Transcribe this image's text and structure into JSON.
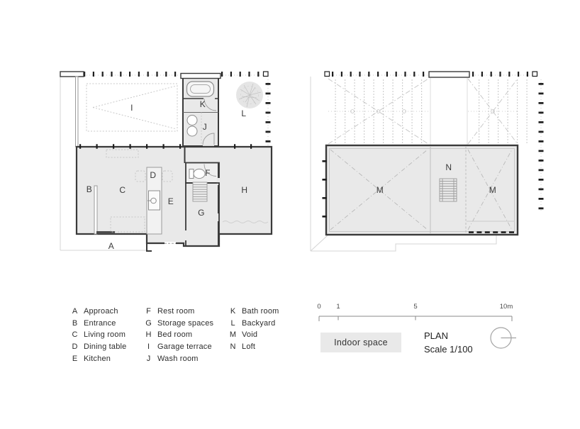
{
  "ground_floor": {
    "labels": {
      "approach": "A",
      "entrance": "B",
      "living_room": "C",
      "dining_table": "D",
      "kitchen": "E",
      "rest_room": "F",
      "storage_spaces": "G",
      "bed_room": "H",
      "garage_terrace": "I",
      "wash_room": "J",
      "bath_room": "K",
      "backyard": "L"
    }
  },
  "loft_floor": {
    "labels": {
      "void_left": "M",
      "loft": "N",
      "void_right": "M"
    }
  },
  "legend": {
    "columns": [
      [
        {
          "key": "A",
          "label": "Approach"
        },
        {
          "key": "B",
          "label": "Entrance"
        },
        {
          "key": "C",
          "label": "Living room"
        },
        {
          "key": "D",
          "label": "Dining table"
        },
        {
          "key": "E",
          "label": "Kitchen"
        }
      ],
      [
        {
          "key": "F",
          "label": "Rest room"
        },
        {
          "key": "G",
          "label": "Storage spaces"
        },
        {
          "key": "H",
          "label": "Bed room"
        },
        {
          "key": "I",
          "label": "Garage terrace"
        },
        {
          "key": "J",
          "label": "Wash room"
        }
      ],
      [
        {
          "key": "K",
          "label": "Bath room"
        },
        {
          "key": "L",
          "label": "Backyard"
        },
        {
          "key": "M",
          "label": "Void"
        },
        {
          "key": "N",
          "label": "Loft"
        }
      ]
    ]
  },
  "scale_bar": {
    "ticks": [
      "0",
      "1",
      "5",
      "10m"
    ]
  },
  "footer": {
    "indoor_space": "Indoor space",
    "plan_title": "PLAN",
    "plan_scale": "Scale 1/100"
  },
  "colors": {
    "indoor_fill": "#e9e9e9",
    "wall": "#3a3a3a",
    "tick": "#1f1f1f",
    "site_line": "#d4d4d4"
  }
}
